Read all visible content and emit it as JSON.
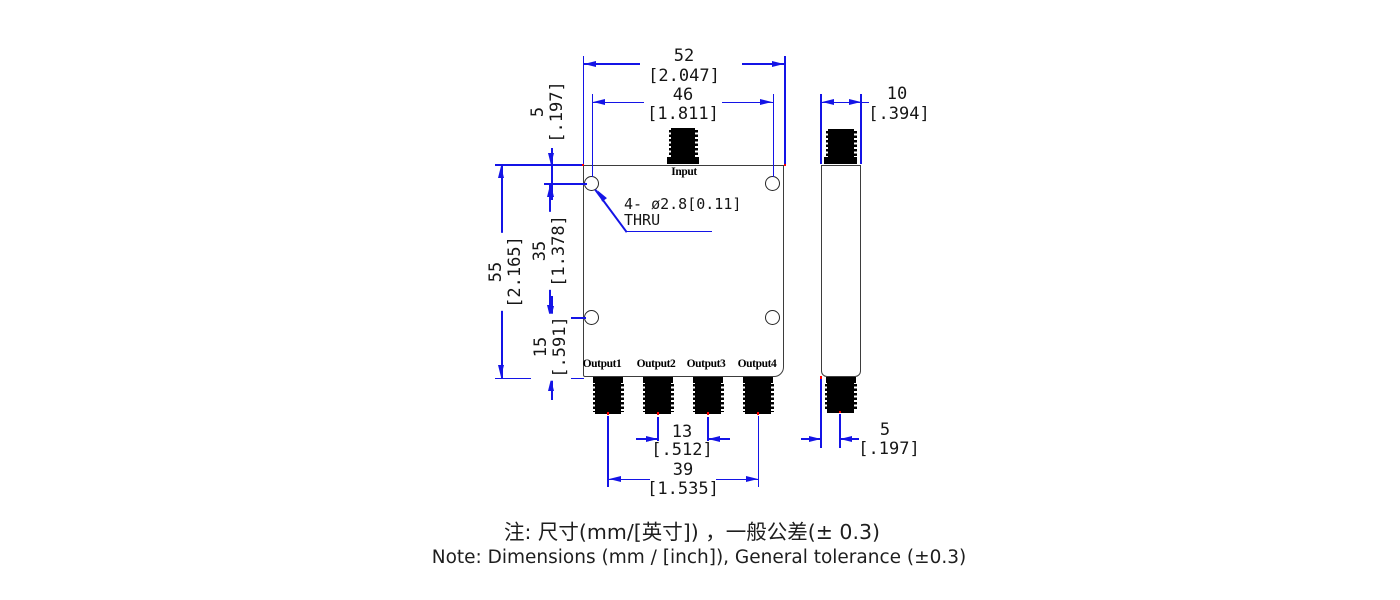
{
  "front": {
    "input_label": "Input",
    "output_labels": [
      "Output1",
      "Output2",
      "Output3",
      "Output4"
    ]
  },
  "dims": {
    "outer_width": {
      "mm": "52",
      "inch": "[2.047]"
    },
    "hole_span_width": {
      "mm": "46",
      "inch": "[1.811]"
    },
    "hole_offset_top": {
      "mm": "5",
      "inch": "[.197]"
    },
    "outer_height": {
      "mm": "55",
      "inch": "[2.165]"
    },
    "hole_span_height": {
      "mm": "35",
      "inch": "[1.378]"
    },
    "hole_offset_bottom": {
      "mm": "15",
      "inch": "[.591]"
    },
    "output_pitch": {
      "mm": "13",
      "inch": "[.512]"
    },
    "output_span": {
      "mm": "39",
      "inch": "[1.535]"
    },
    "side_width": {
      "mm": "10",
      "inch": "[.394]"
    },
    "side_connector_offset": {
      "mm": "5",
      "inch": "[.197]"
    }
  },
  "hole_callout": {
    "line1": "4- ø2.8[0.11]",
    "line2": "THRU"
  },
  "notes": {
    "zh": "注: 尺寸(mm/[英寸]) ，一般公差(± 0.3)",
    "en": "Note: Dimensions (mm / [inch]), General tolerance (±0.3)"
  },
  "colors": {
    "dimension_blue": "#1414e6",
    "outline_gray": "#3d3d3d",
    "defpoint_red": "#ff0000"
  }
}
